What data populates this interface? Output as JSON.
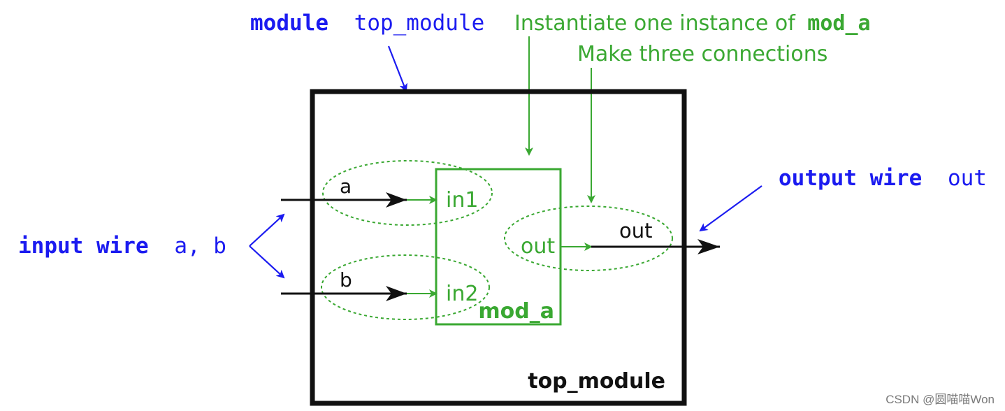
{
  "labels": {
    "module_keyword": "module",
    "module_name": "top_module",
    "instantiate_prefix": "Instantiate one instance of",
    "instantiate_target": "mod_a",
    "connections_note": "Make three connections",
    "output_keywords": "output wire",
    "output_name": "out",
    "input_keywords": "input wire",
    "input_names": "a, b",
    "wire_a": "a",
    "wire_b": "b",
    "wire_out": "out",
    "port_in1": "in1",
    "port_in2": "in2",
    "port_out": "out",
    "instance_name": "mod_a",
    "outer_module_label": "top_module",
    "watermark": "CSDN @圆喵喵Won"
  },
  "colors": {
    "blue": "#1b1bf0",
    "green": "#3aa832",
    "black": "#111111",
    "watermark": "#7a7a7a"
  }
}
